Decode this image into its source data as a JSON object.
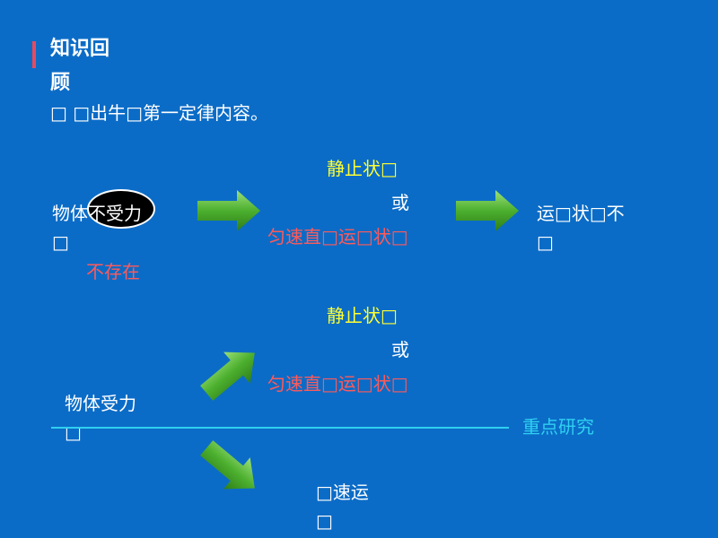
{
  "header": {
    "title_line1": "知识回",
    "title_line2": "顾"
  },
  "instruction": "□ □出牛□第一定律内容。",
  "row1": {
    "subject_line1": "物体不受力",
    "subject_line2": "□",
    "subject_note": "不存在",
    "state_static": "静止状□",
    "or": "或",
    "state_uniform": "匀速直□运□状□",
    "result_line1": "运□状□不",
    "result_line2": "□"
  },
  "row2": {
    "subject_line1": "物体受力",
    "subject_line2": "□",
    "state_static": "静止状□",
    "or": "或",
    "state_uniform": "匀速直□运□状□",
    "focus_label": "重点研究",
    "change_line1": "□速运",
    "change_line2": "□"
  },
  "colors": {
    "background": "#0b6cc7",
    "accent": "#e84a5f",
    "highlight_yellow": "#ffff33",
    "highlight_red": "#ff5a5a",
    "focus_cyan": "#2fd0f0",
    "arrow_green": "#4caf2e"
  },
  "icons": [
    "right-arrow-icon",
    "up-right-arrow-icon",
    "down-right-arrow-icon"
  ]
}
